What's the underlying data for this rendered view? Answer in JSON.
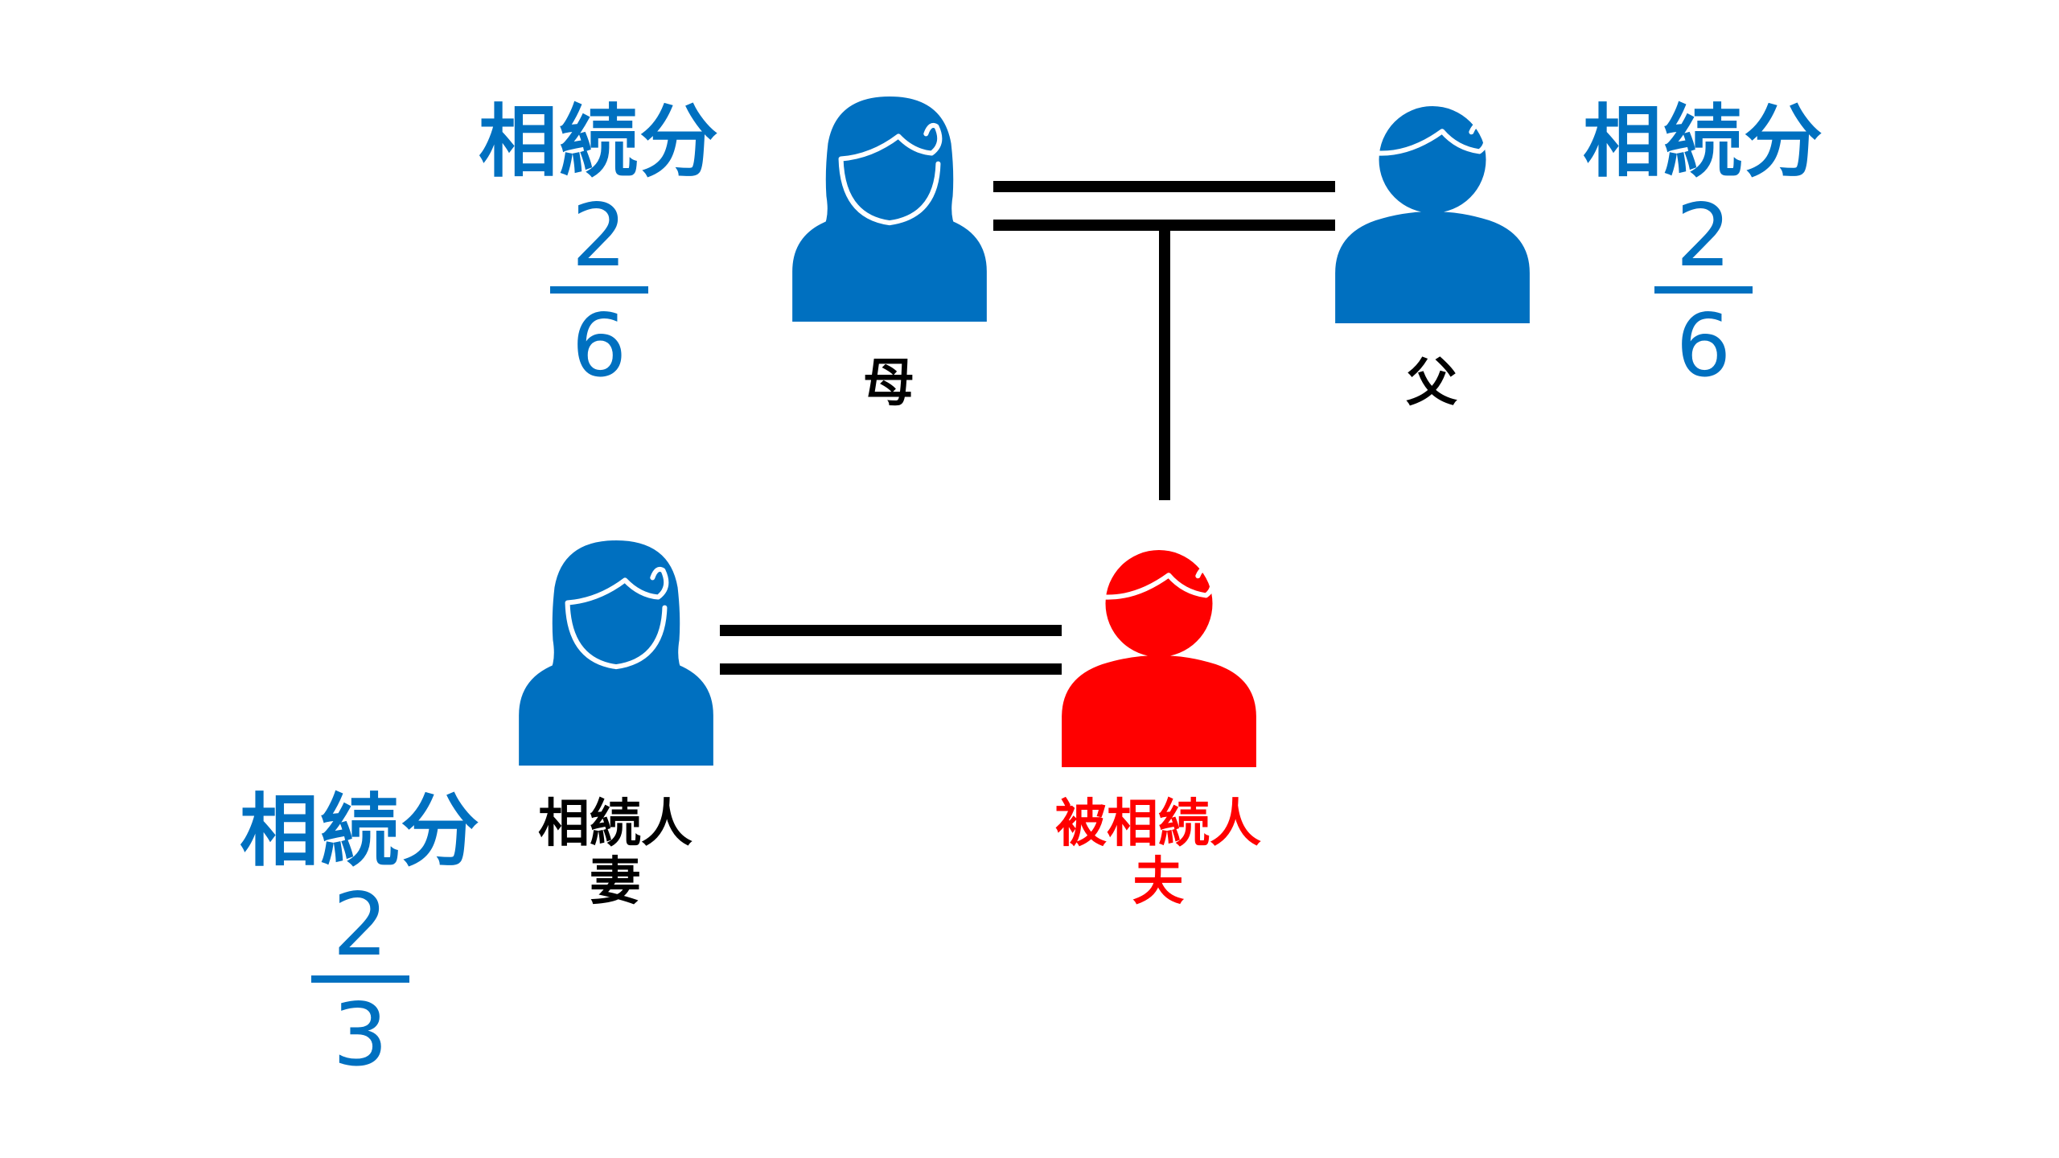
{
  "colors": {
    "relative_blue": "#0070C0",
    "deceased_red": "#FF0000",
    "line_black": "#000000",
    "text_black": "#000000",
    "background": "#FFFFFF"
  },
  "mother": {
    "name": "母",
    "icon": "woman-person-icon",
    "share": {
      "label": "相続分",
      "numerator": "2",
      "denominator": "6"
    }
  },
  "father": {
    "name": "父",
    "icon": "man-person-icon",
    "share": {
      "label": "相続分",
      "numerator": "2",
      "denominator": "6"
    }
  },
  "wife": {
    "role": "相続人",
    "name": "妻",
    "icon": "woman-person-icon",
    "share": {
      "label": "相続分",
      "numerator": "2",
      "denominator": "3"
    }
  },
  "husband": {
    "role": "被相続人",
    "name": "夫",
    "icon": "man-person-icon"
  }
}
